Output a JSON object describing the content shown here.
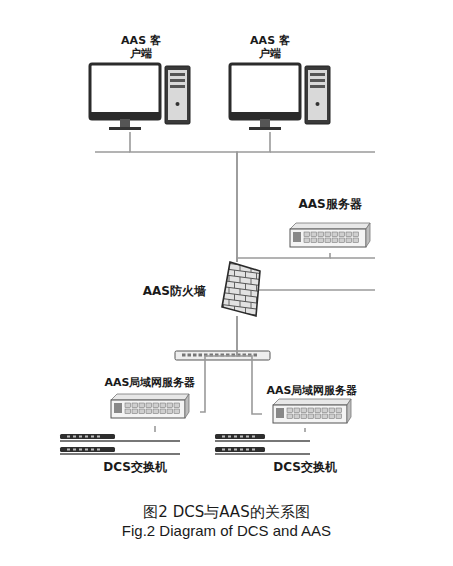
{
  "diagram": {
    "caption": "图2 DCS与AAS的关系图",
    "nodes": [
      {
        "text": [
          "AAS 客户端"
        ]
      },
      {
        "text": [
          "AAS 客户端"
        ]
      },
      {
        "text": [
          "AAS服务器"
        ]
      },
      {
        "text": [
          "AAS防火墙"
        ]
      },
      {
        "text": [
          "AAS局域网服务器"
        ]
      },
      {
        "text": [
          "AAS局域网服务器"
        ]
      },
      {
        "text": [
          "DCS交换机"
        ]
      },
      {
        "text": [
          "DCS交换机"
        ]
      }
    ],
    "edges": [
      {
        "from": 0,
        "to": 3,
        "arrow": "none"
      },
      {
        "from": 1,
        "to": 3,
        "arrow": "none"
      },
      {
        "from": 2,
        "to": 3,
        "arrow": "none"
      },
      {
        "from": 3,
        "to": 4,
        "arrow": "none"
      },
      {
        "from": 3,
        "to": 5,
        "arrow": "none"
      },
      {
        "from": 4,
        "to": 6,
        "arrow": "none"
      },
      {
        "from": 5,
        "to": 7,
        "arrow": "none"
      }
    ],
    "labels": [
      "Fig.2 Diagram of DCS and AAS"
    ]
  }
}
